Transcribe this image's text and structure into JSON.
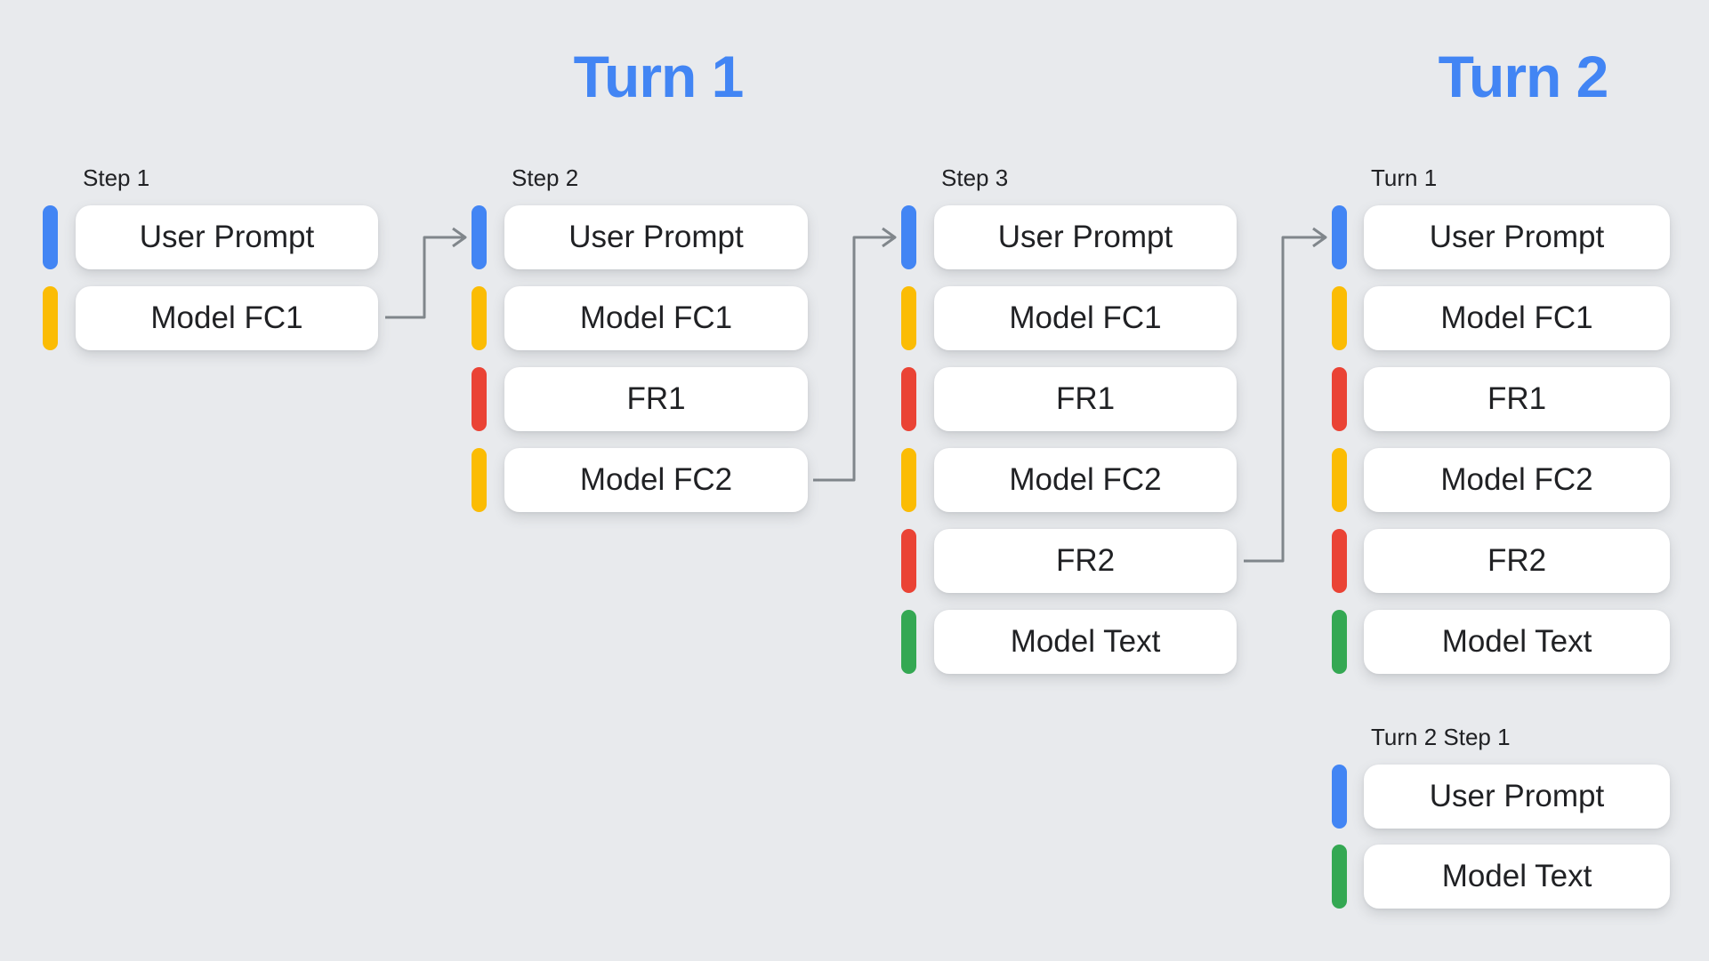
{
  "canvas": {
    "bg": "#E8EAED"
  },
  "palette": {
    "user_prompt": "#4285F4",
    "model_fc": "#FBBC04",
    "function_response": "#EA4335",
    "model_text": "#34A853",
    "header_text": "#4285F4",
    "arrow": "#80868B",
    "card_bg": "#FFFFFF",
    "text": "#202124"
  },
  "headers": {
    "turn1": {
      "label": "Turn 1"
    },
    "turn2": {
      "label": "Turn 2"
    }
  },
  "columns": [
    {
      "label": "Step 1",
      "items": [
        {
          "label": "User Prompt",
          "type": "user_prompt"
        },
        {
          "label": "Model FC1",
          "type": "model_fc"
        }
      ]
    },
    {
      "label": "Step 2",
      "items": [
        {
          "label": "User Prompt",
          "type": "user_prompt"
        },
        {
          "label": "Model FC1",
          "type": "model_fc"
        },
        {
          "label": "FR1",
          "type": "function_response"
        },
        {
          "label": "Model FC2",
          "type": "model_fc"
        }
      ]
    },
    {
      "label": "Step 3",
      "items": [
        {
          "label": "User Prompt",
          "type": "user_prompt"
        },
        {
          "label": "Model FC1",
          "type": "model_fc"
        },
        {
          "label": "FR1",
          "type": "function_response"
        },
        {
          "label": "Model FC2",
          "type": "model_fc"
        },
        {
          "label": "FR2",
          "type": "function_response"
        },
        {
          "label": "Model Text",
          "type": "model_text"
        }
      ]
    },
    {
      "label": "Turn 1",
      "items": [
        {
          "label": "User Prompt",
          "type": "user_prompt"
        },
        {
          "label": "Model FC1",
          "type": "model_fc"
        },
        {
          "label": "FR1",
          "type": "function_response"
        },
        {
          "label": "Model FC2",
          "type": "model_fc"
        },
        {
          "label": "FR2",
          "type": "function_response"
        },
        {
          "label": "Model Text",
          "type": "model_text"
        }
      ]
    },
    {
      "label": "Turn 2 Step 1",
      "items": [
        {
          "label": "User Prompt",
          "type": "user_prompt"
        },
        {
          "label": "Model Text",
          "type": "model_text"
        }
      ]
    }
  ],
  "arrows": [
    {
      "from_column": "Step 1",
      "from_item": "Model FC1",
      "to_column": "Step 2",
      "to_item": "User Prompt"
    },
    {
      "from_column": "Step 2",
      "from_item": "Model FC2",
      "to_column": "Step 3",
      "to_item": "User Prompt"
    },
    {
      "from_column": "Step 3",
      "from_item": "FR2",
      "to_column": "Turn 1",
      "to_item": "User Prompt"
    }
  ]
}
